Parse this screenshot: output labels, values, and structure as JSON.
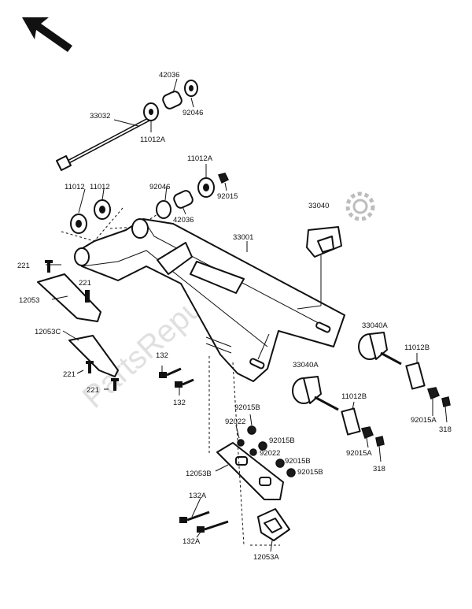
{
  "watermark": "PartsRepublik",
  "labels": {
    "l_33032": "33032",
    "l_42036_top": "42036",
    "l_92046_top": "92046",
    "l_11012A_top": "11012A",
    "l_11012A_mid": "11012A",
    "l_11012": "11012",
    "l_92046_mid": "92046",
    "l_92015_mid": "92015",
    "l_42036_mid": "42036",
    "l_33040": "33040",
    "l_33001": "33001",
    "l_221_a": "221",
    "l_221_b": "221",
    "l_12053": "12053",
    "l_12053C": "12053C",
    "l_221_c": "221",
    "l_221_d": "221",
    "l_132_a": "132",
    "l_132_b": "132",
    "l_33040A_r": "33040A",
    "l_11012B_r": "11012B",
    "l_92015A_r": "92015A",
    "l_318_r": "318",
    "l_33040A_m": "33040A",
    "l_11012B_m": "11012B",
    "l_92015A_m": "92015A",
    "l_318_m": "318",
    "l_92015B_1": "92015B",
    "l_92022_1": "92022",
    "l_92015B_2": "92015B",
    "l_92022_2": "92022",
    "l_92015B_3": "92015B",
    "l_92015B_4": "92015B",
    "l_12053B": "12053B",
    "l_132A_a": "132A",
    "l_132A_b": "132A",
    "l_12053A": "12053A"
  }
}
